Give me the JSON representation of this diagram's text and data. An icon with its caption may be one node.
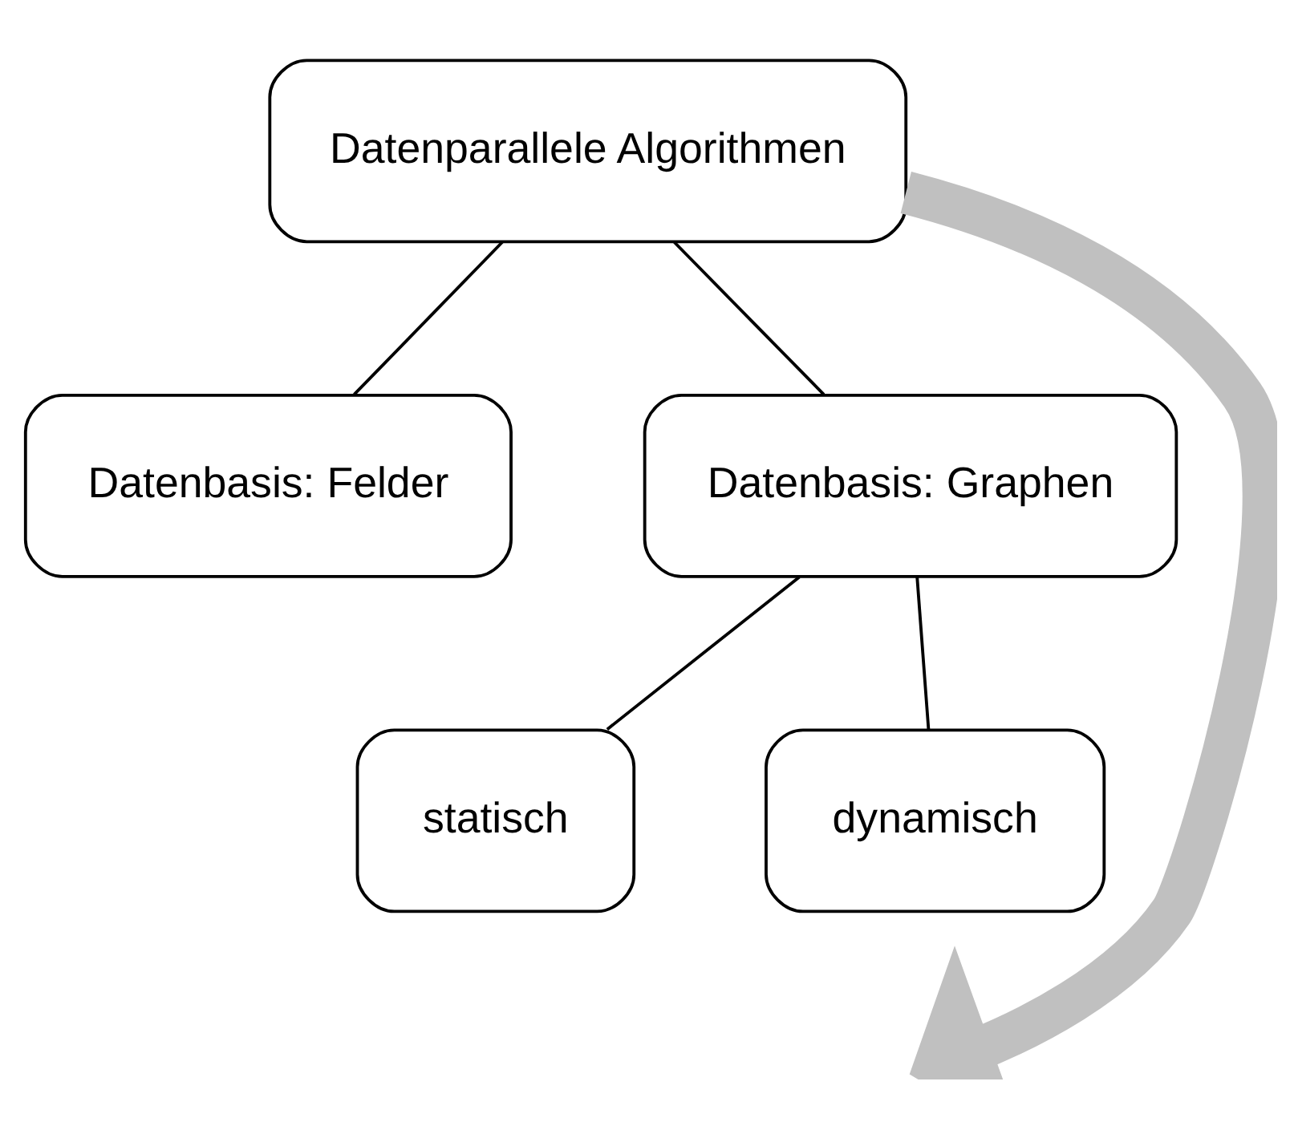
{
  "diagram": {
    "nodes": [
      {
        "text": [
          "Datenparallele Algorithmen"
        ]
      },
      {
        "text": [
          "Datenbasis: Felder"
        ]
      },
      {
        "text": [
          "Datenbasis: Graphen"
        ]
      },
      {
        "text": [
          "statisch"
        ]
      },
      {
        "text": [
          "dynamisch"
        ]
      }
    ],
    "edges": [
      {
        "from": 0,
        "to": 1,
        "arrow": "none"
      },
      {
        "from": 0,
        "to": 2,
        "arrow": "none"
      },
      {
        "from": 2,
        "to": 3,
        "arrow": "none"
      },
      {
        "from": 2,
        "to": 4,
        "arrow": "none"
      },
      {
        "from": 0,
        "to": null,
        "arrow": "to",
        "style": "thick",
        "color": "#c0c0c0"
      }
    ]
  }
}
